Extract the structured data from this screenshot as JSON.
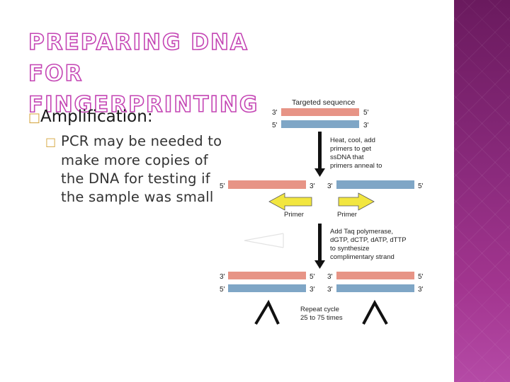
{
  "title": "Preparing DNA for Fingerprinting",
  "bullets": {
    "level1": {
      "glyph": "□",
      "text": "Amplification:"
    },
    "level2": {
      "glyph": "□",
      "text": "PCR may be needed to make more copies of the DNA for testing if the sample was small"
    }
  },
  "diagram": {
    "targeted_sequence_label": "Targeted sequence",
    "end_3": "3'",
    "end_5": "5'",
    "step1_lines": [
      "Heat, cool, add",
      "primers to get",
      "ssDNA that",
      "primers anneal to"
    ],
    "primer_label": "Primer",
    "step2_lines": [
      "Add Taq polymerase,",
      "dGTP, dCTP, dATP, dTTP",
      "to synthesize",
      "complimentary strand"
    ],
    "repeat_lines": [
      "Repeat cycle",
      "25 to 75 times"
    ]
  },
  "colors": {
    "strand_pink": "#e79486",
    "strand_blue": "#7fa6c6",
    "primer_yellow": "#f2e640",
    "title_outline": "#c445b4",
    "band_purple": "#8a2a7c"
  }
}
